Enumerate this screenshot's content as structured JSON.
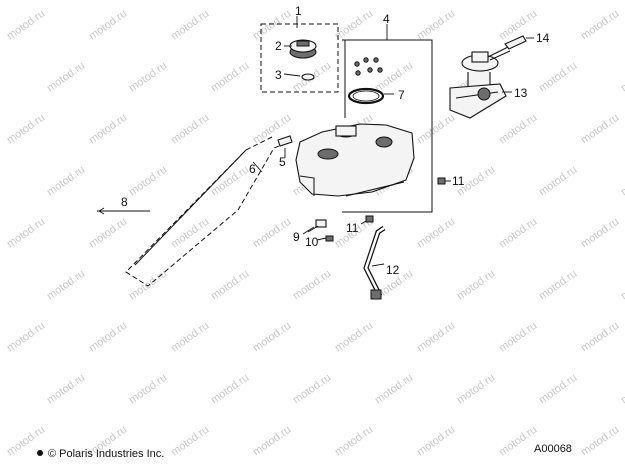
{
  "callouts": [
    "1",
    "2",
    "3",
    "4",
    "5",
    "6",
    "7",
    "8",
    "9",
    "10",
    "11",
    "11",
    "12",
    "13",
    "14"
  ],
  "watermark": "motod.ru",
  "footer": {
    "copyright": "© Polaris Industries Inc.",
    "figure_id": "A00068"
  }
}
